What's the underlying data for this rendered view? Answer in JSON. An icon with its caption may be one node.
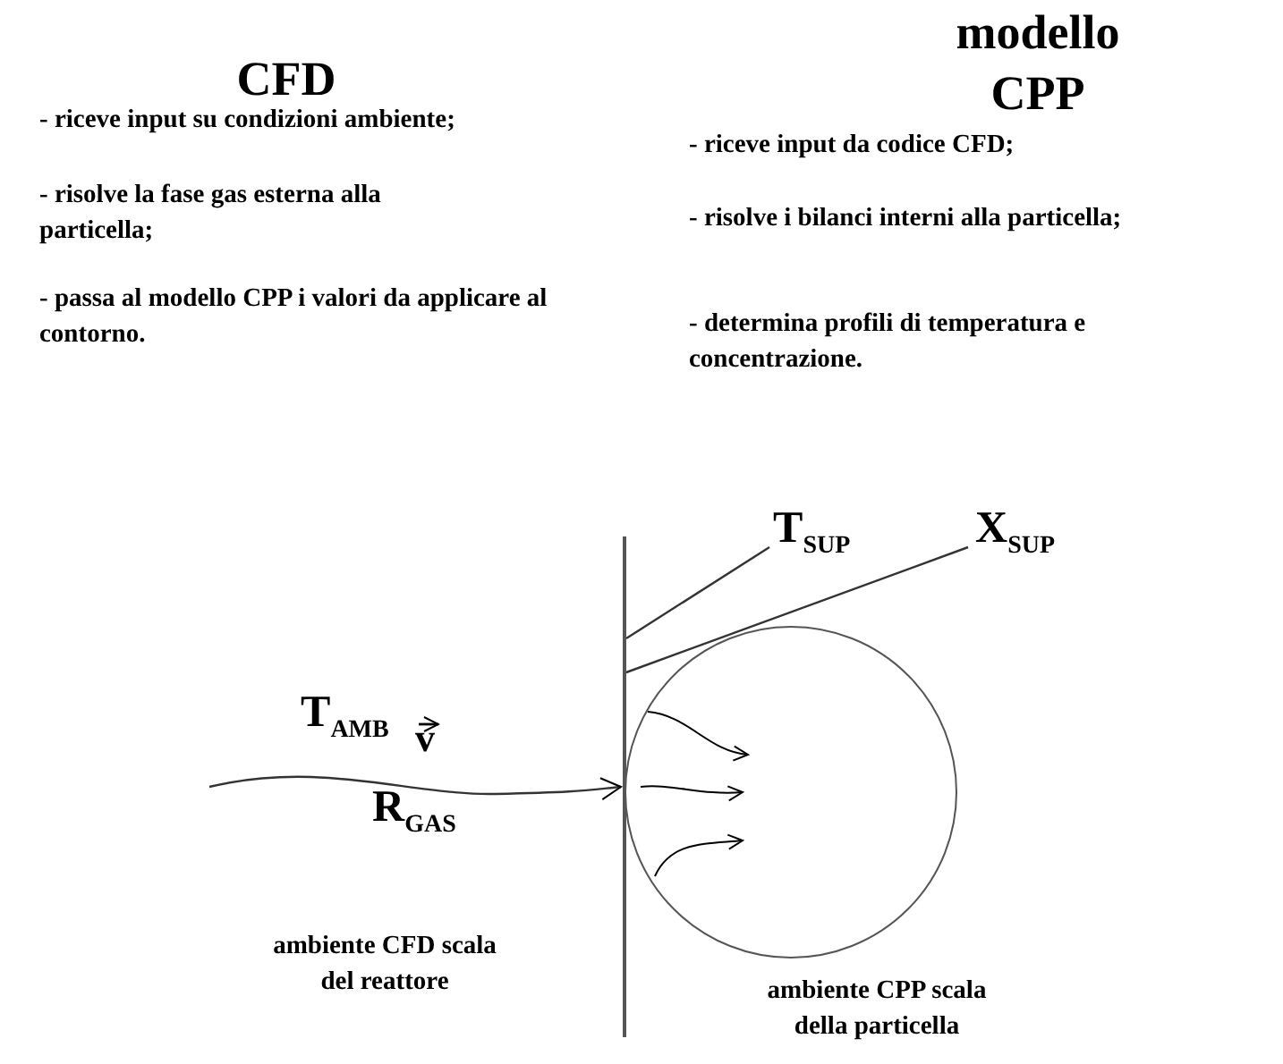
{
  "diagram": {
    "nodes": [
      {
        "text": [
          "T$_{SUP}$"
        ]
      },
      {
        "text": [
          "X$_{SUP}$"
        ]
      },
      {
        "text": [],
        "shape": "bar"
      },
      {
        "text": [],
        "shape": "circle"
      }
    ],
    "edges": [
      {
        "from": 0,
        "to": 2,
        "arrow": "none"
      },
      {
        "from": 1,
        "to": 2,
        "arrow": "none"
      },
      {
        "from": null,
        "to": 2,
        "arrow": "to"
      }
    ],
    "labels": [
      "CFD",
      "- riceve input su condizioni ambiente;",
      "- risolve la fase gas esterna alla particella;",
      "- passa al modello CPP i valori da applicare al contorno.",
      "modello CPP",
      "- riceve input da codice CFD;",
      "- risolve i bilanci interni alla particella;",
      "- determina profili di temperatura e concentrazione.",
      "T$_{AMB}$",
      "v",
      "R$_{GAS}$",
      "ambiente CFD scala del reattore",
      "ambiente CPP scala della particella"
    ]
  }
}
